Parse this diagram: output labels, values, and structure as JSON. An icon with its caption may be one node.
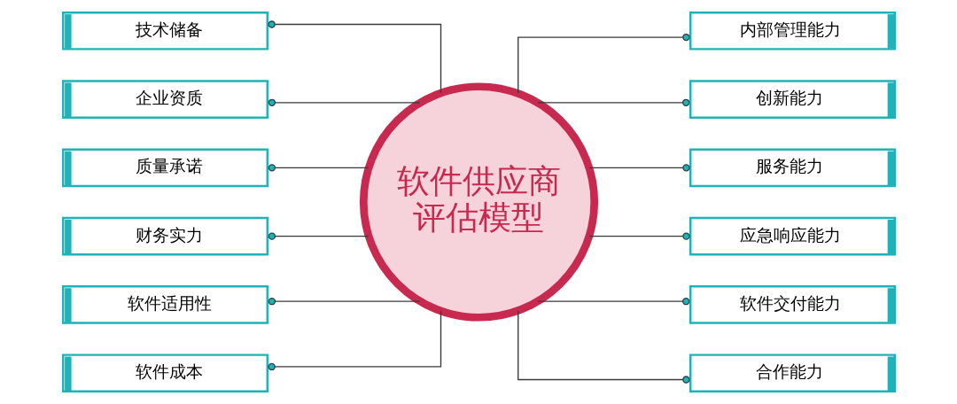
{
  "diagram": {
    "nodes": [
      {
        "text": [
          "技术储备"
        ]
      },
      {
        "text": [
          "企业资质"
        ]
      },
      {
        "text": [
          "质量承诺"
        ]
      },
      {
        "text": [
          "财务实力"
        ]
      },
      {
        "text": [
          "软件适用性"
        ]
      },
      {
        "text": [
          "软件成本"
        ]
      },
      {
        "text": [
          "软件供应商评估模型"
        ]
      },
      {
        "text": [
          "内部管理能力"
        ]
      },
      {
        "text": [
          "创新能力"
        ]
      },
      {
        "text": [
          "服务能力"
        ]
      },
      {
        "text": [
          "应急响应能力"
        ]
      },
      {
        "text": [
          "软件交付能力"
        ]
      },
      {
        "text": [
          "合作能力"
        ]
      }
    ],
    "edges": [
      {
        "from": 0,
        "to": 6,
        "arrow": "other"
      },
      {
        "from": 1,
        "to": 6,
        "arrow": "other"
      },
      {
        "from": 2,
        "to": 6,
        "arrow": "other"
      },
      {
        "from": 3,
        "to": 6,
        "arrow": "other"
      },
      {
        "from": 4,
        "to": 6,
        "arrow": "other"
      },
      {
        "from": 5,
        "to": 6,
        "arrow": "other"
      },
      {
        "from": 6,
        "to": 7,
        "arrow": "other"
      },
      {
        "from": 6,
        "to": 8,
        "arrow": "other"
      },
      {
        "from": 6,
        "to": 9,
        "arrow": "other"
      },
      {
        "from": 6,
        "to": 10,
        "arrow": "other"
      },
      {
        "from": 6,
        "to": 11,
        "arrow": "other"
      },
      {
        "from": 6,
        "to": 12,
        "arrow": "other"
      }
    ]
  }
}
